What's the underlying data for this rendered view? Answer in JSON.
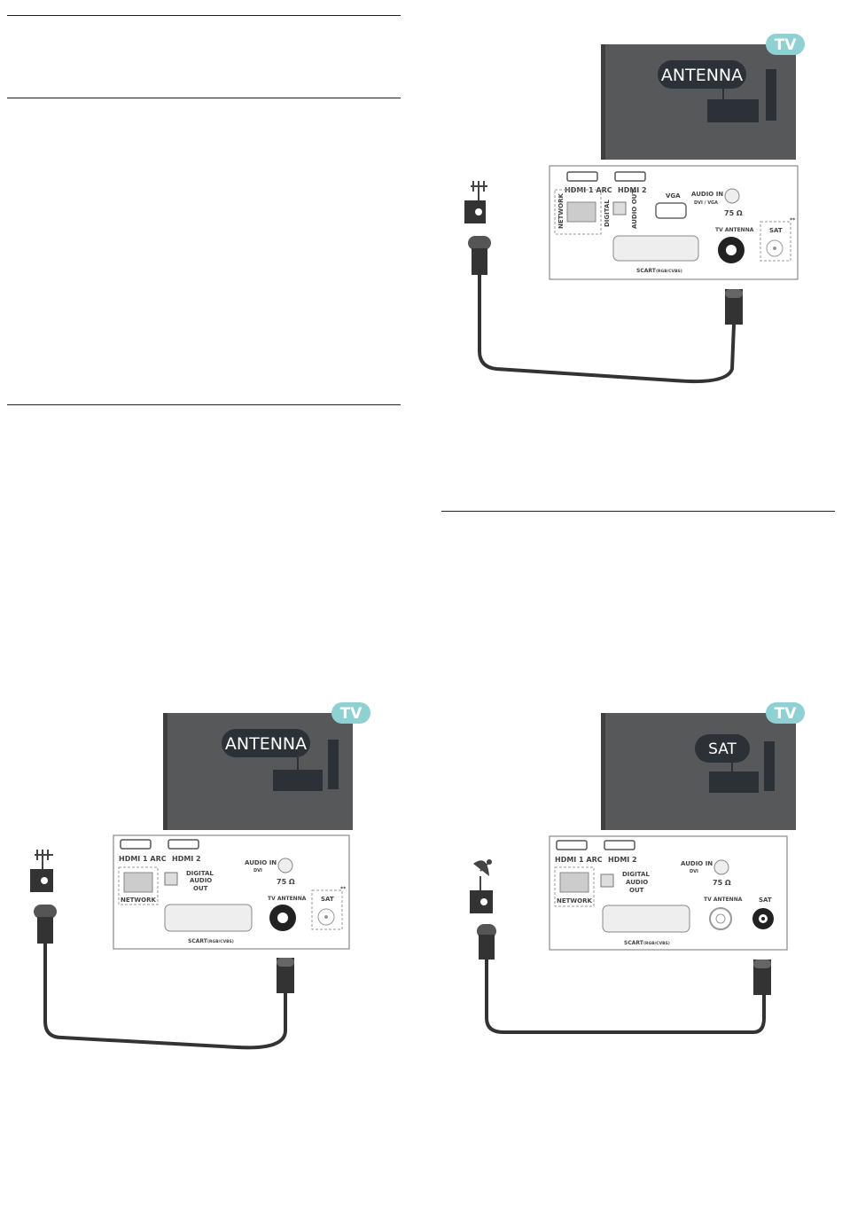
{
  "diagrams": {
    "top_right": {
      "badge": "TV",
      "callout": "ANTENNA",
      "ports": {
        "hdmi1": "HDMI 1 ARC",
        "hdmi2": "HDMI 2",
        "network": "NETWORK",
        "digital": "DIGITAL",
        "audio_out": "AUDIO OUT",
        "vga": "VGA",
        "audio_in": "AUDIO IN",
        "audio_in_sub": "DVI / VGA",
        "ohm": "75 Ω",
        "tv_antenna": "TV ANTENNA",
        "sat": "SAT",
        "scart": "SCART",
        "scart_sub": "(RGB/CVBS)",
        "asterisk": "**"
      }
    },
    "bottom_left": {
      "badge": "TV",
      "callout": "ANTENNA",
      "ports": {
        "hdmi1": "HDMI 1 ARC",
        "hdmi2": "HDMI 2",
        "network": "NETWORK",
        "digital": "DIGITAL",
        "audio": "AUDIO",
        "out": "OUT",
        "audio_in": "AUDIO IN",
        "audio_in_sub": "DVI",
        "ohm": "75 Ω",
        "tv_antenna": "TV ANTENNA",
        "sat": "SAT",
        "scart": "SCART",
        "scart_sub": "(RGB/CVBS)",
        "asterisk": "**"
      }
    },
    "bottom_right": {
      "badge": "TV",
      "callout": "SAT",
      "ports": {
        "hdmi1": "HDMI 1 ARC",
        "hdmi2": "HDMI 2",
        "network": "NETWORK",
        "digital": "DIGITAL",
        "audio": "AUDIO",
        "out": "OUT",
        "audio_in": "AUDIO IN",
        "audio_in_sub": "DVI",
        "ohm": "75 Ω",
        "tv_antenna": "TV ANTENNA",
        "sat": "SAT",
        "scart": "SCART",
        "scart_sub": "(RGB/CVBS)"
      }
    }
  },
  "colors": {
    "tv_body": "#56585a",
    "badge": "#8fd0d2",
    "callout": "#2b3136",
    "cable": "#333333",
    "panel_border": "#8a8a8a"
  }
}
